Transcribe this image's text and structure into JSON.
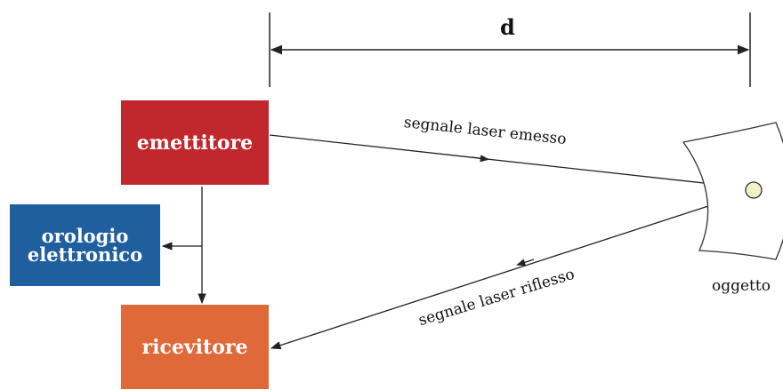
{
  "distance_label": "d",
  "emitter": {
    "label": "emettitore",
    "color": "#c0282e"
  },
  "clock": {
    "label_line1": "orologio",
    "label_line2": "elettronico",
    "color": "#1f5f9e"
  },
  "receiver": {
    "label": "ricevitore",
    "color": "#e0693a"
  },
  "emitted_signal_label": "segnale laser emesso",
  "reflected_signal_label": "segnale laser riflesso",
  "object_label": "oggetto",
  "colors": {
    "line": "#222222",
    "target_fill": "#f2f2c8"
  }
}
